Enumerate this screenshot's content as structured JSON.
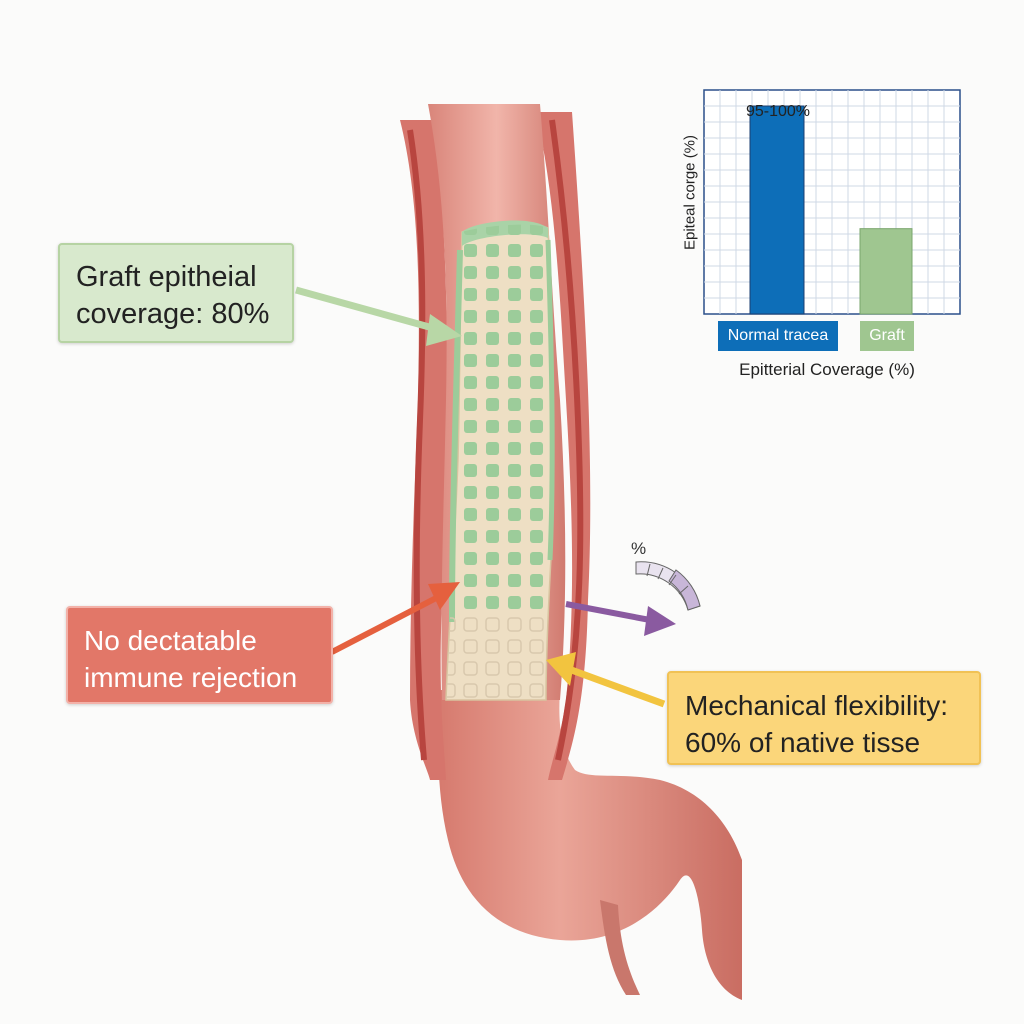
{
  "callouts": {
    "graft_epithelial": {
      "line1": "Graft epitheial",
      "line2": "coverage: 80%",
      "color": "#d8e9cd"
    },
    "immune_rejection": {
      "line1": "No dectatable",
      "line2": "immune rejection",
      "color": "#e27768"
    },
    "mechanical_flexibility": {
      "line1": "Mechanical flexibility:",
      "line2": "60% of native tisse",
      "color": "#fbd67a"
    }
  },
  "gauge": {
    "symbol": "%"
  },
  "arrows": {
    "graft": "#b8d7a6",
    "immune": "#e5603e",
    "flex": "#f2c43f",
    "gauge": "#8a5aa0"
  },
  "chart_data": {
    "type": "bar",
    "categories": [
      "Normal tracea",
      "Graft"
    ],
    "values": [
      97.5,
      40
    ],
    "value_labels": [
      "95-100%",
      ""
    ],
    "colors": [
      "#0d6eb8",
      "#9fc690"
    ],
    "xlabel": "Epitterial Coverage (%)",
    "ylabel": "Epiteal corge (%)",
    "ylim": [
      0,
      105
    ],
    "grid": true
  }
}
